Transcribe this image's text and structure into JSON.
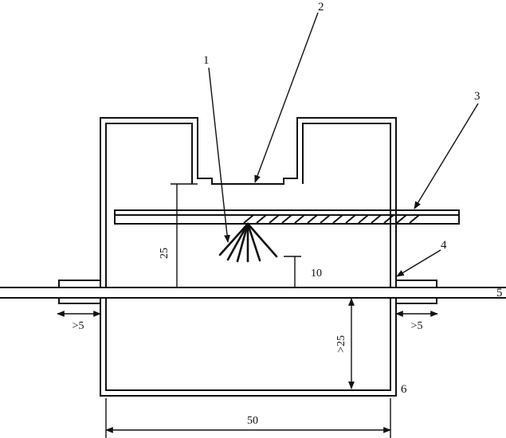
{
  "callouts": [
    "1",
    "2",
    "3",
    "4",
    "5",
    "6"
  ],
  "dimensions": {
    "height_left": "25",
    "height_center": "10",
    "gap_lower": ">25",
    "overlap_left": ">5",
    "overlap_right": ">5",
    "width": "50"
  }
}
